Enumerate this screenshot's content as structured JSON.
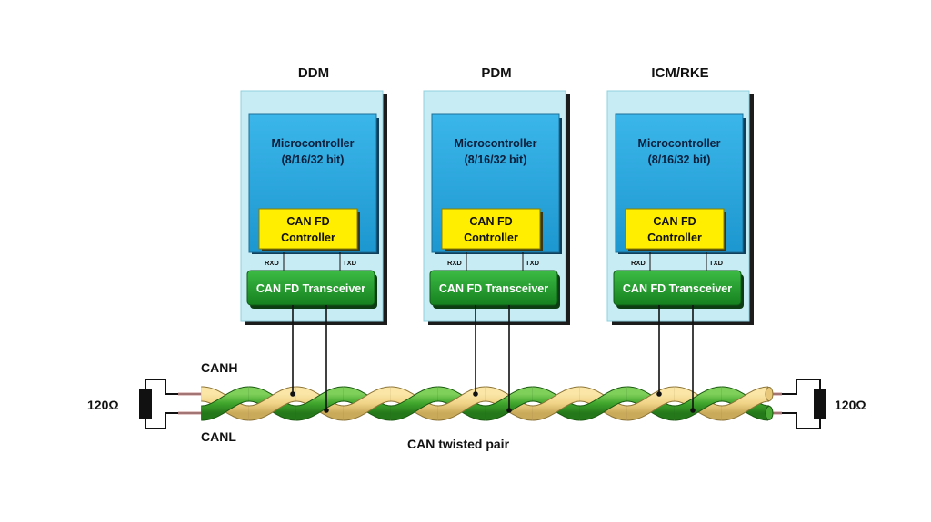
{
  "nodes": [
    {
      "title": "DDM",
      "microcontroller": [
        "Microcontroller",
        "(8/16/32 bit)"
      ],
      "controller": [
        "CAN FD",
        "Controller"
      ],
      "rxd": "RXD",
      "txd": "TXD",
      "transceiver": "CAN FD Transceiver"
    },
    {
      "title": "PDM",
      "microcontroller": [
        "Microcontroller",
        "(8/16/32 bit)"
      ],
      "controller": [
        "CAN FD",
        "Controller"
      ],
      "rxd": "RXD",
      "txd": "TXD",
      "transceiver": "CAN FD Transceiver"
    },
    {
      "title": "ICM/RKE",
      "microcontroller": [
        "Microcontroller",
        "(8/16/32 bit)"
      ],
      "controller": [
        "CAN FD",
        "Controller"
      ],
      "rxd": "RXD",
      "txd": "TXD",
      "transceiver": "CAN FD Transceiver"
    }
  ],
  "bus": {
    "canh_label": "CANH",
    "canl_label": "CANL",
    "caption": "CAN twisted pair",
    "left_resistor": "120Ω",
    "right_resistor": "120Ω"
  },
  "colors": {
    "node_panel": "#c8ecf4",
    "microcontroller": "#29a8e0",
    "controller": "#ffee00",
    "transceiver": "#1f9a2a",
    "wire_canh": "#f0d386",
    "wire_canl": "#3fa52c"
  }
}
